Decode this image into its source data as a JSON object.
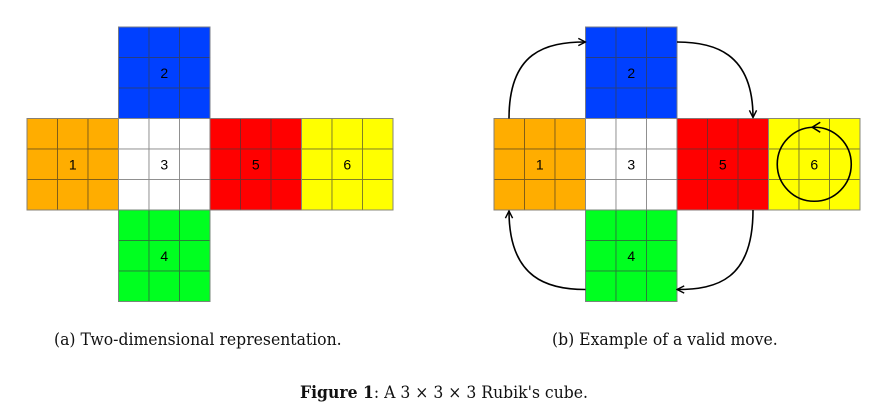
{
  "figure": {
    "label": "Figure 1",
    "caption_text": ": A 3 × 3 × 3 Rubik's cube."
  },
  "subfigures": [
    {
      "id": "a",
      "caption": "(a) Two-dimensional representation.",
      "show_move": false
    },
    {
      "id": "b",
      "caption": "(b) Example of a valid move.",
      "show_move": true
    }
  ],
  "faces": [
    {
      "number": "1",
      "color_name": "orange",
      "color": "#FFAD00",
      "grid_col": 0,
      "grid_row": 1,
      "line_color": "#7a5a1a"
    },
    {
      "number": "2",
      "color_name": "blue",
      "color": "#0040FF",
      "grid_col": 1,
      "grid_row": 0,
      "line_color": "#2a3f7a"
    },
    {
      "number": "3",
      "color_name": "white",
      "color": "#FFFFFF",
      "grid_col": 1,
      "grid_row": 1,
      "line_color": "#8a8a8a"
    },
    {
      "number": "4",
      "color_name": "green",
      "color": "#00FF20",
      "grid_col": 1,
      "grid_row": 2,
      "line_color": "#2a7a3a"
    },
    {
      "number": "5",
      "color_name": "red",
      "color": "#FF0000",
      "grid_col": 2,
      "grid_row": 1,
      "line_color": "#7a2a2a"
    },
    {
      "number": "6",
      "color_name": "yellow",
      "color": "#FFFF00",
      "grid_col": 3,
      "grid_row": 1,
      "line_color": "#7a7a2a"
    }
  ],
  "move": {
    "description": "Rotate face 6; adjacent rows cycle 1 → 2 → 5 → 4 → 1",
    "cycle": [
      "1",
      "2",
      "5",
      "4"
    ],
    "rotated_face": "6",
    "rotation_direction": "counterclockwise"
  }
}
